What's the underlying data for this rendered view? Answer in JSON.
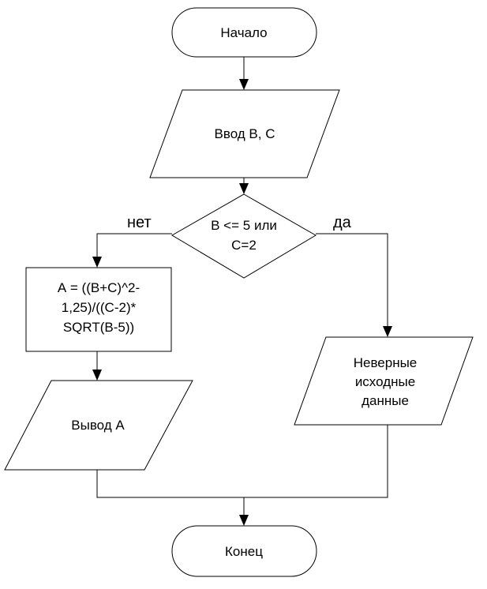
{
  "flowchart": {
    "start": "Начало",
    "input": "Ввод В, С",
    "condition": [
      "В <= 5 или",
      "С=2"
    ],
    "no_label": "нет",
    "yes_label": "да",
    "formula": [
      "А = ((В+С)^2-",
      "1,25)/((С-2)*",
      "SQRT(В-5))"
    ],
    "output": "Вывод А",
    "error": [
      "Неверные",
      "исходные",
      "данные"
    ],
    "end": "Конец"
  }
}
